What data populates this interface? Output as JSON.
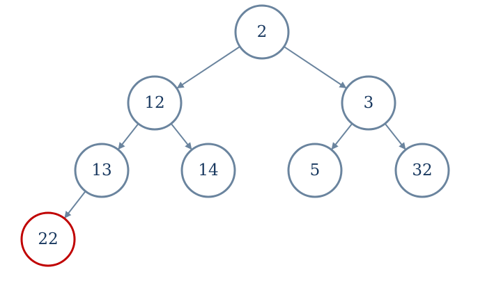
{
  "colors": {
    "node_border": "#6a849e",
    "highlight_border": "#c00000",
    "edge": "#6a849e",
    "label": "#17375e"
  },
  "tree": {
    "nodes": [
      {
        "id": "n2",
        "label": "2",
        "highlighted": false
      },
      {
        "id": "n12",
        "label": "12",
        "highlighted": false
      },
      {
        "id": "n3",
        "label": "3",
        "highlighted": false
      },
      {
        "id": "n13",
        "label": "13",
        "highlighted": false
      },
      {
        "id": "n14",
        "label": "14",
        "highlighted": false
      },
      {
        "id": "n5",
        "label": "5",
        "highlighted": false
      },
      {
        "id": "n32",
        "label": "32",
        "highlighted": false
      },
      {
        "id": "n22",
        "label": "22",
        "highlighted": true
      }
    ],
    "edges": [
      {
        "from": "n2",
        "to": "n12"
      },
      {
        "from": "n2",
        "to": "n3"
      },
      {
        "from": "n12",
        "to": "n13"
      },
      {
        "from": "n12",
        "to": "n14"
      },
      {
        "from": "n3",
        "to": "n5"
      },
      {
        "from": "n3",
        "to": "n32"
      },
      {
        "from": "n13",
        "to": "n22"
      }
    ]
  }
}
